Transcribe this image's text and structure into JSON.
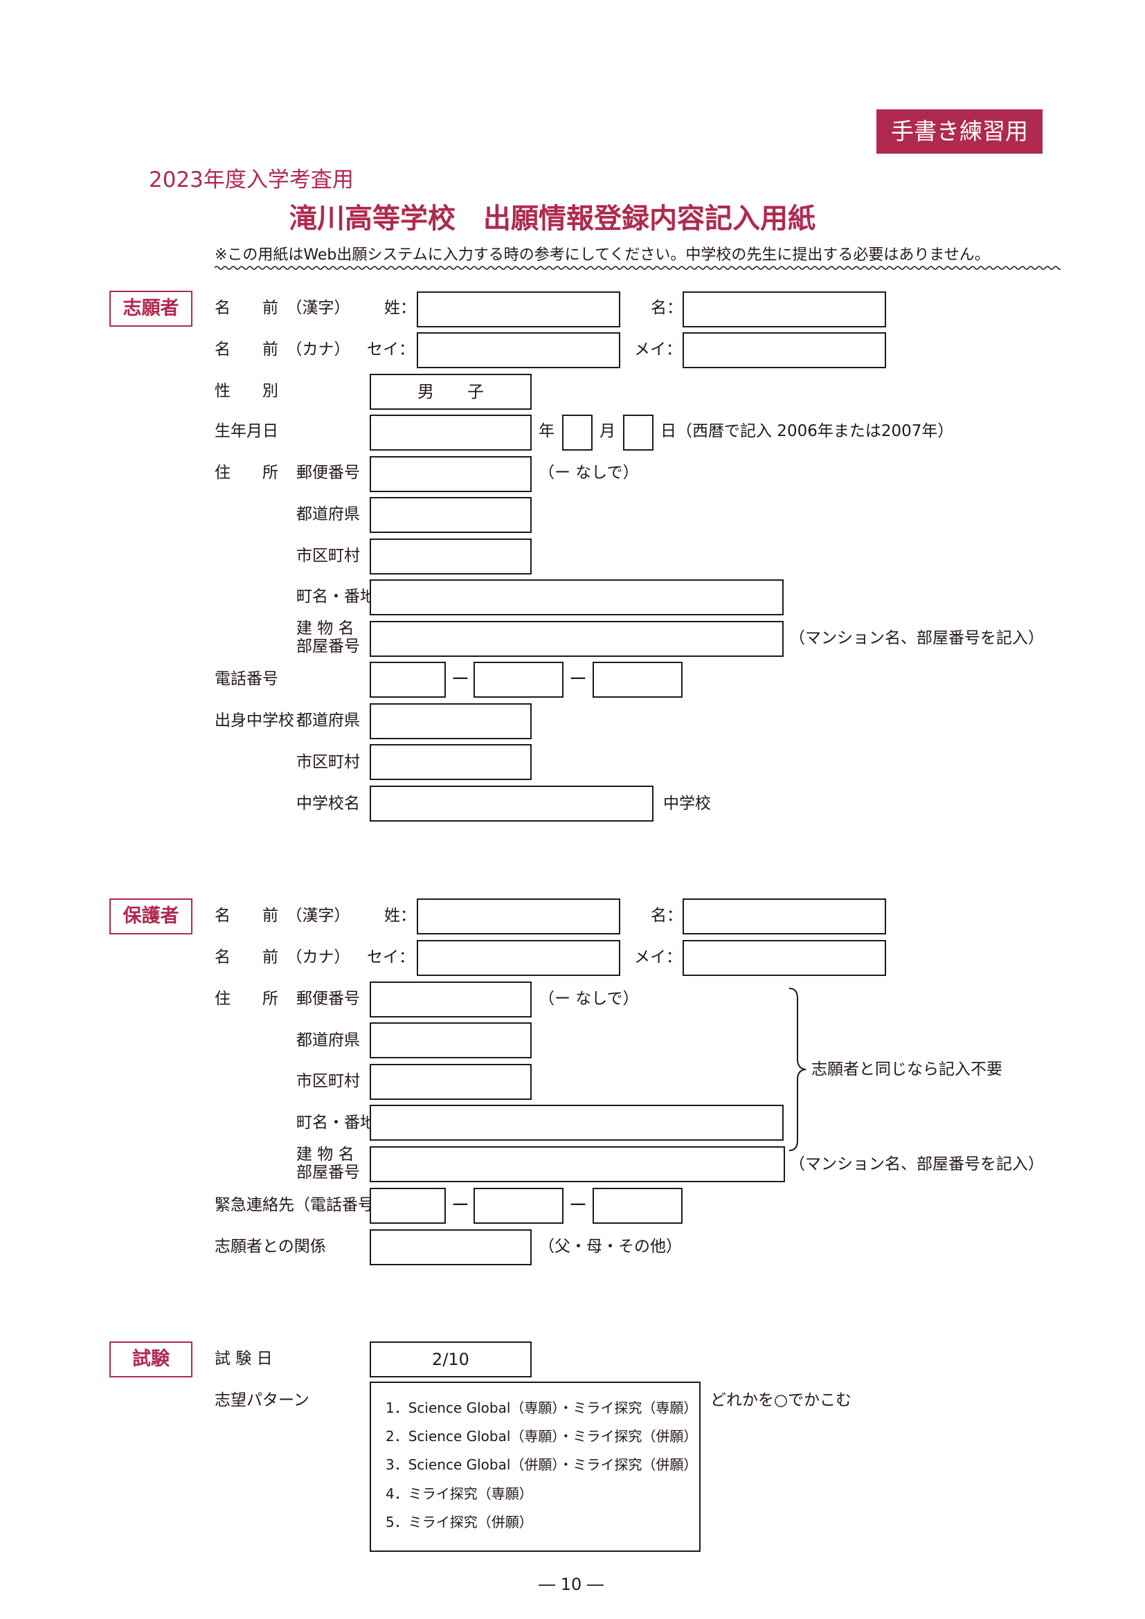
{
  "header": {
    "tag": "手書き練習用",
    "year": "2023年度入学考査用",
    "title": "滝川高等学校　出願情報登録内容記入用紙",
    "note": "※この用紙はWeb出願システムに入力する時の参考にしてください。中学校の先生に提出する必要はありません。"
  },
  "applicant": {
    "badge": "志願者",
    "name_kanji": "名　　前　（漢字）",
    "name_kana": "名　　前　（カナ）",
    "sei": "姓：",
    "mei": "名：",
    "sei_kana": "セイ：",
    "mei_kana": "メイ：",
    "gender": "性　　別",
    "gender_value": "男　　子",
    "birth": "生年月日",
    "year": "年",
    "month": "月",
    "day": "日（西暦で記入 2006年または2007年）",
    "address": "住　　所",
    "postal": "郵便番号",
    "postal_note": "（ー なしで）",
    "prefecture": "都道府県",
    "city": "市区町村",
    "street": "町名・番地",
    "building_1": "建 物 名",
    "building_2": "部屋番号",
    "building_note": "（マンション名、部屋番号を記入）",
    "phone": "電話番号",
    "phone_dash": "ー",
    "school": "出身中学校",
    "school_name": "中学校名",
    "school_suffix": "中学校"
  },
  "guardian": {
    "badge": "保護者",
    "name_kanji": "名　　前　（漢字）",
    "name_kana": "名　　前　（カナ）",
    "sei": "姓：",
    "mei": "名：",
    "sei_kana": "セイ：",
    "mei_kana": "メイ：",
    "address": "住　　所",
    "postal": "郵便番号",
    "postal_note": "（ー なしで）",
    "prefecture": "都道府県",
    "city": "市区町村",
    "street": "町名・番地",
    "building_1": "建 物 名",
    "building_2": "部屋番号",
    "building_note": "（マンション名、部屋番号を記入）",
    "same_note": "志願者と同じなら記入不要",
    "emergency": "緊急連絡先（電話番号）",
    "phone_dash": "ー",
    "relation": "志願者との関係",
    "relation_note": "（父・母・その他）"
  },
  "exam": {
    "badge": "試験",
    "date_label": "試 験 日",
    "date_value": "2/10",
    "pattern_label": "志望パターン",
    "pattern_note": "どれかを○でかこむ",
    "options": [
      "1．Science Global（専願）・ミライ探究（専願）",
      "2．Science Global（専願）・ミライ探究（併願）",
      "3．Science Global（併願）・ミライ探究（併願）",
      "4．ミライ探究（専願）",
      "5．ミライ探究（併願）"
    ]
  },
  "footer": {
    "page": "― 10 ―"
  }
}
